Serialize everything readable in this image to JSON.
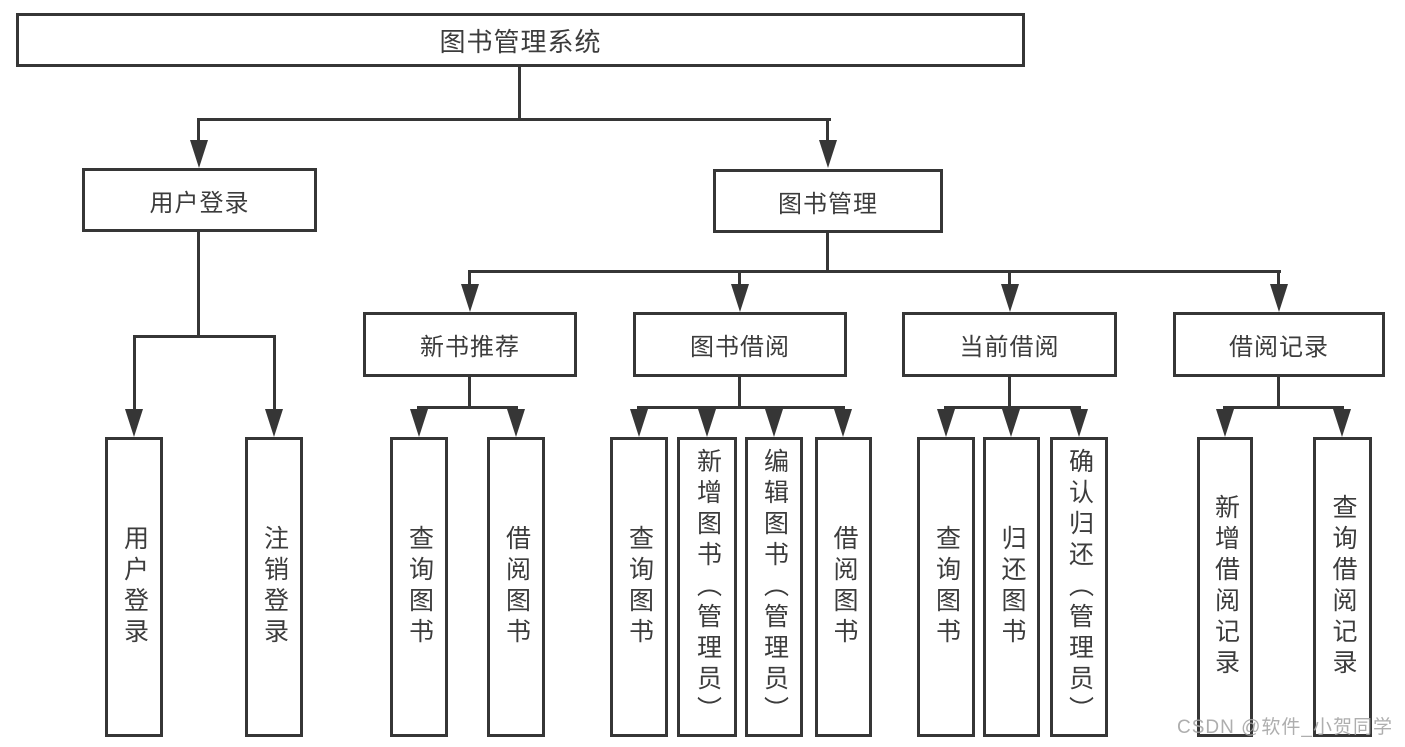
{
  "title": "图书管理系统",
  "colors": {
    "line": "#363636",
    "text": "#3c3c3c",
    "watermark": "#a5a5a5",
    "background": "#ffffff"
  },
  "watermark": {
    "text": "CSDN @软件_小贺同学"
  },
  "tree": {
    "label": "图书管理系统",
    "children": [
      {
        "label": "用户登录",
        "children": [
          {
            "label": "用户登录"
          },
          {
            "label": "注销登录"
          }
        ]
      },
      {
        "label": "图书管理",
        "children": [
          {
            "label": "新书推荐",
            "children": [
              {
                "label": "查询图书"
              },
              {
                "label": "借阅图书"
              }
            ]
          },
          {
            "label": "图书借阅",
            "children": [
              {
                "label": "查询图书"
              },
              {
                "label": "新增图书（管理员）"
              },
              {
                "label": "编辑图书（管理员）"
              },
              {
                "label": "借阅图书"
              }
            ]
          },
          {
            "label": "当前借阅",
            "children": [
              {
                "label": "查询图书"
              },
              {
                "label": "归还图书"
              },
              {
                "label": "确认归还（管理员）"
              }
            ]
          },
          {
            "label": "借阅记录",
            "children": [
              {
                "label": "新增借阅记录"
              },
              {
                "label": "查询借阅记录"
              }
            ]
          }
        ]
      }
    ]
  }
}
